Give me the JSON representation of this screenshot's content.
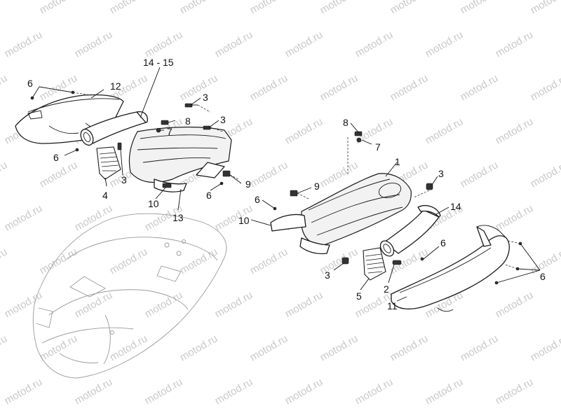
{
  "watermark": "motod.ru",
  "callouts": {
    "c1": "1",
    "c2": "2",
    "c3a": "3",
    "c3b": "3",
    "c3c": "3",
    "c3d": "3",
    "c3e": "3",
    "c4": "4",
    "c5": "5",
    "c6a": "6",
    "c6b": "6",
    "c6c": "6",
    "c6d": "6",
    "c6e": "6",
    "c6f": "6",
    "c7a": "7",
    "c7b": "7",
    "c8a": "8",
    "c8b": "8",
    "c9a": "9",
    "c9b": "9",
    "c10a": "10",
    "c10b": "10",
    "c11": "11",
    "c12": "12",
    "c13": "13",
    "c14": "14",
    "c1415": "14 - 15"
  }
}
